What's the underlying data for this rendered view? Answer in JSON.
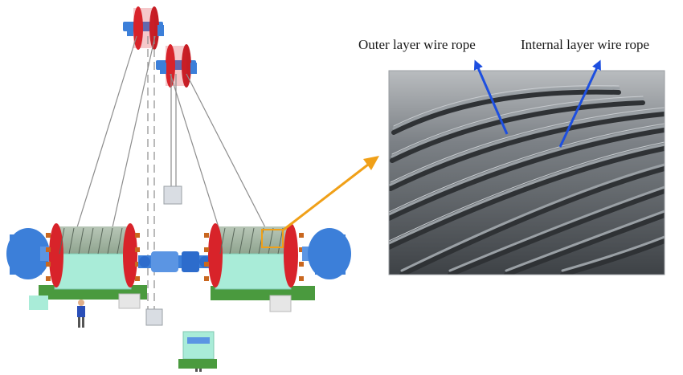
{
  "labels": {
    "outer_layer": "Outer layer wire rope",
    "internal_layer": "Internal layer wire rope"
  },
  "colors": {
    "drum_red": "#d8232a",
    "machine_blue": "#3c7fd9",
    "cabinet_green": "#a9ecd8",
    "rope_gray": "#5e6266",
    "leader_orange": "#f0a018",
    "pointer_blue": "#1d4fe0"
  },
  "components": [
    "head-sheaves",
    "hoisting-ropes",
    "conveyances",
    "left-drum-hoist",
    "right-drum-hoist",
    "motor-shaft-coupling",
    "control-console",
    "operators",
    "wire-rope-photo"
  ]
}
